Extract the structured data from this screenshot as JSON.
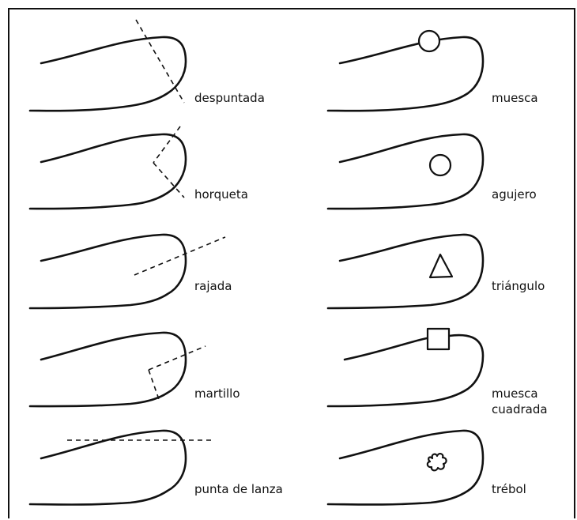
{
  "labels": {
    "despuntada": "despuntada",
    "horqueta": "horqueta",
    "rajada": "rajada",
    "martillo": "martillo",
    "punta_de_lanza": "punta de lanza",
    "muesca": "muesca",
    "agujero": "agujero",
    "triangulo": "triángulo",
    "muesca_cuadrada_line1": "muesca",
    "muesca_cuadrada_line2": "cuadrada",
    "trebol": "trébol"
  }
}
